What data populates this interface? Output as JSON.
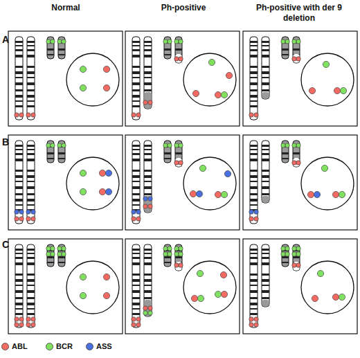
{
  "diagram": {
    "labels": [
      "Normal",
      "Ph-positive",
      "Ph-positive with der 9 deletion",
      "A",
      "B",
      "C"
    ],
    "legend": [
      {
        "text": "ABL",
        "color": "#f36a63"
      },
      {
        "text": "BCR",
        "color": "#80e060"
      },
      {
        "text": "ASS",
        "color": "#4a6fe0"
      }
    ]
  }
}
